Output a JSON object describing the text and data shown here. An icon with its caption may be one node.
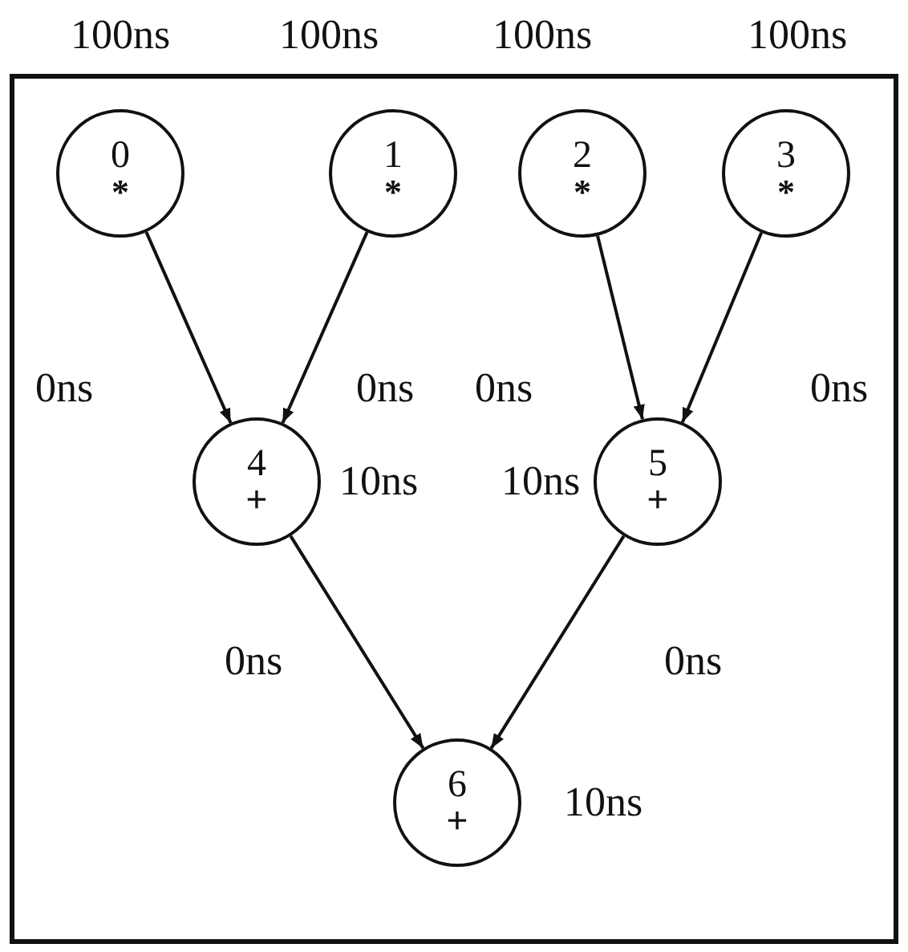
{
  "diagram": {
    "nodes": [
      {
        "text": [
          "0",
          "*"
        ],
        "beside": [
          "100ns"
        ]
      },
      {
        "text": [
          "1",
          "*"
        ],
        "beside": [
          "100ns"
        ]
      },
      {
        "text": [
          "2",
          "*"
        ],
        "beside": [
          "100ns"
        ]
      },
      {
        "text": [
          "3",
          "*"
        ],
        "beside": [
          "100ns"
        ]
      },
      {
        "text": [
          "4",
          "+"
        ],
        "beside": [
          "10ns"
        ]
      },
      {
        "text": [
          "5",
          "+"
        ],
        "beside": [
          "10ns"
        ]
      },
      {
        "text": [
          "6",
          "+"
        ],
        "beside": [
          "10ns"
        ]
      }
    ],
    "edges": [
      {
        "from": 0,
        "to": 4,
        "arrow": "to",
        "label": "0ns"
      },
      {
        "from": 1,
        "to": 4,
        "arrow": "to",
        "label": "0ns"
      },
      {
        "from": 2,
        "to": 5,
        "arrow": "to",
        "label": "0ns"
      },
      {
        "from": 3,
        "to": 5,
        "arrow": "to",
        "label": "0ns"
      },
      {
        "from": 4,
        "to": 6,
        "arrow": "to",
        "label": "0ns"
      },
      {
        "from": 5,
        "to": 6,
        "arrow": "to",
        "label": "0ns"
      }
    ]
  }
}
